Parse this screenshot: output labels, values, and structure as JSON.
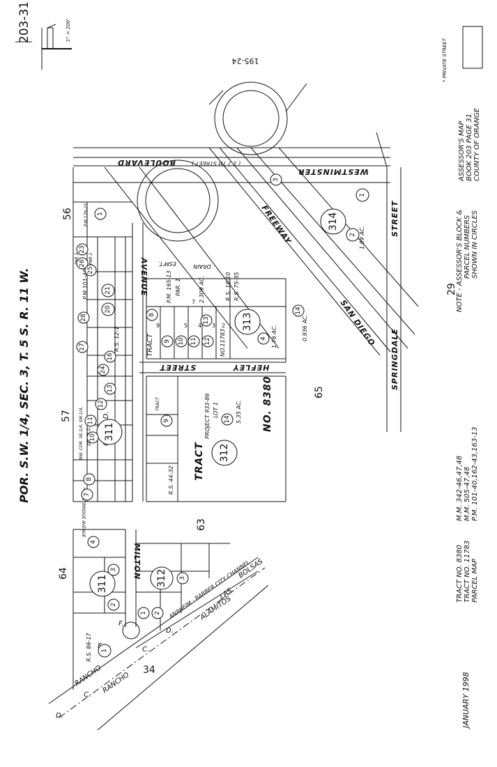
{
  "header": {
    "map_number": "203-31",
    "scale": "1\" = 200'",
    "title": "POR. S.W. 1/4, SEC. 3, T. 5 S. R. 11 W.",
    "private_street_legend": "* PRIVATE STREET",
    "adjacent_page_top": "195-24"
  },
  "footer": {
    "date": "JANUARY 1998",
    "tract_lines": [
      "TRACT NO. 8380",
      "TRACT NO. 11783",
      "PARCEL MAP"
    ],
    "ref_lines": [
      "M.M. 342-46,47,48",
      "M.M. 505-47,48",
      "P.M. 101-40,162-43,163-13"
    ],
    "note_lines": [
      "NOTE - ASSESSOR'S BLOCK &",
      "PARCEL NUMBERS",
      "SHOWN IN CIRCLES"
    ],
    "assessor_lines": [
      "ASSESSOR'S MAP",
      "BOOK 203 PAGE 31",
      "COUNTY OF ORANGE"
    ]
  },
  "streets": {
    "westminster": "WESTMINSTER",
    "boulevard": "BOULEVARD",
    "seventeenth": "( 1 7 TH  STREET )",
    "freeway": "FREEWAY",
    "san_diego": "SAN DIEGO",
    "springdale": "SPRINGDALE",
    "street": "STREET",
    "hefley": "HEFLEY",
    "hefley_street": "STREET",
    "avenue": "AVENUE",
    "milton": "MILTON",
    "westbridge": "* WESTBRIDGE AVENUE",
    "rancho1": "RANCHO",
    "rancho2": "RANCHO",
    "channel": "ANAHEIM - BARBER CITY CHANNEL",
    "las": "LAS",
    "bolsas": "BOLSAS",
    "alamitos": "ALAMITOS",
    "drain": "DRAIN",
    "letters": [
      "D.",
      "C.",
      "F.",
      "C.",
      "D.",
      "E."
    ],
    "esmt": "ESM'T."
  },
  "blocks": {
    "b56": "56",
    "b57": "57",
    "b29": "29",
    "b65": "65",
    "b63": "63",
    "b64": "64",
    "b34": "34"
  },
  "circled_blocks": [
    "314",
    "313",
    "311",
    "312",
    "312",
    "311"
  ],
  "circled_parcels": [
    "1",
    "2",
    "3",
    "1",
    "26",
    "23",
    "25",
    "28",
    "21",
    "20",
    "17",
    "16",
    "24",
    "13",
    "12",
    "11",
    "10",
    "7",
    "8",
    "8",
    "9",
    "10",
    "9",
    "11",
    "12",
    "13",
    "4",
    "14",
    "14",
    "4",
    "3",
    "2",
    "1",
    "2",
    "1",
    "3"
  ],
  "tract_labels": {
    "tract": "TRACT",
    "project": "PROJECT 933-86",
    "lot": "LOT 1",
    "acres": "5.35 AC.",
    "no8380": "NO. 8380",
    "tract2": "TRACT",
    "mo11783": "NO.11783",
    "tract_label_small": "TRACT"
  },
  "misc_labels": {
    "pm165_13": "P.M. 165-13",
    "par1": "PAR. 1",
    "ac309": "2.309 AC.",
    "rs10_10": "R.S. 10-10",
    "rs75_35": "R.S. 75-35",
    "ac176": "1.76 AC.",
    "ac199": "1.99 AC.",
    "ac0936": "0.936 AC.",
    "rs12_1": "R.S. 12-1",
    "pm101_40": "P.M.101-40",
    "pm176_25": "P.M.176-25",
    "par3": "PAR 3",
    "par2": "PAR 2",
    "nw_corner": "NW. COR. SE.1/4, SW.1/4,",
    "sec3": "SEC. 3-5-11",
    "ocfcd": "O.C.F.C.D.",
    "rs44_32": "R.S. 44-32",
    "rs86_17": "R.S. 86-17",
    "small_nums": [
      "7",
      "9",
      "5",
      "4",
      "3",
      "2"
    ]
  }
}
